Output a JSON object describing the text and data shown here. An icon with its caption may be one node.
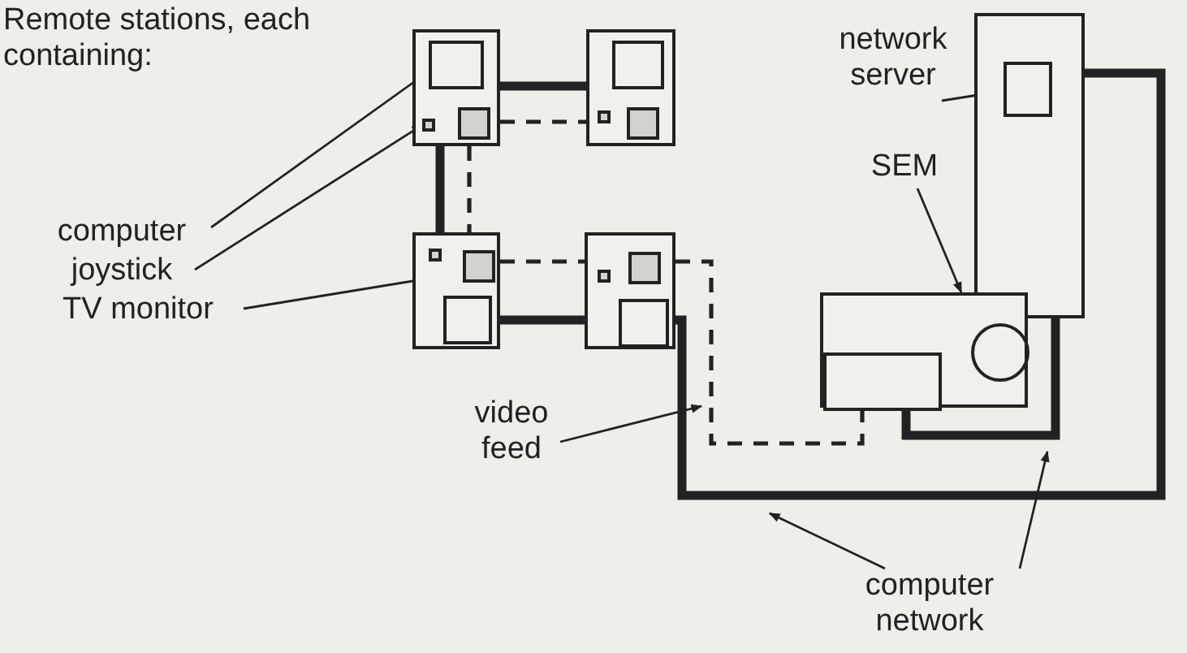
{
  "diagram": {
    "nodes": [
      {
        "text": [
          "computer"
        ]
      },
      {
        "text": [
          "joystick"
        ]
      },
      {
        "text": [
          "TV monitor"
        ]
      },
      {
        "text": [],
        "shape": "box"
      },
      {
        "text": [],
        "shape": "box",
        "in": 3
      },
      {
        "text": [],
        "shape": "box",
        "in": 3
      },
      {
        "text": [],
        "shape": "box",
        "in": 3
      },
      {
        "text": [],
        "shape": "box"
      },
      {
        "text": [],
        "shape": "box",
        "in": 7
      },
      {
        "text": [],
        "shape": "box",
        "in": 7
      },
      {
        "text": [],
        "shape": "box",
        "in": 7
      },
      {
        "text": [],
        "shape": "box"
      },
      {
        "text": [],
        "shape": "box",
        "in": 11
      },
      {
        "text": [],
        "shape": "box",
        "in": 11
      },
      {
        "text": [],
        "shape": "box",
        "in": 11
      },
      {
        "text": [],
        "shape": "box"
      },
      {
        "text": [],
        "shape": "box",
        "in": 15
      },
      {
        "text": [],
        "shape": "box",
        "in": 15
      },
      {
        "text": [],
        "shape": "box",
        "in": 15
      },
      {
        "text": [
          "network server"
        ]
      },
      {
        "text": [],
        "shape": "box"
      },
      {
        "text": [],
        "shape": "box",
        "in": 20
      },
      {
        "text": [
          "SEM"
        ]
      },
      {
        "text": [],
        "shape": "box"
      },
      {
        "text": [],
        "shape": "circle",
        "in": 23
      },
      {
        "text": [],
        "shape": "box",
        "in": 23
      },
      {
        "text": [
          "video feed"
        ]
      },
      {
        "text": [
          "computer network"
        ]
      }
    ],
    "edges": [
      {
        "from": 0,
        "to": 4,
        "arrow": "to"
      },
      {
        "from": 1,
        "to": 6,
        "arrow": "to"
      },
      {
        "from": 2,
        "to": 13,
        "arrow": "to"
      },
      {
        "from": 3,
        "to": 7,
        "arrow": "none",
        "style": "thick"
      },
      {
        "from": 3,
        "to": 7,
        "arrow": "none",
        "style": "dashed"
      },
      {
        "from": 3,
        "to": 11,
        "arrow": "none",
        "style": "thick"
      },
      {
        "from": 3,
        "to": 11,
        "arrow": "none",
        "style": "dashed"
      },
      {
        "from": 11,
        "to": 15,
        "arrow": "none",
        "style": "dashed"
      },
      {
        "from": 11,
        "to": 15,
        "arrow": "none",
        "style": "thick"
      },
      {
        "from": 15,
        "to": 23,
        "arrow": "none",
        "style": "dashed"
      },
      {
        "from": 15,
        "to": 20,
        "arrow": "none",
        "style": "thick"
      },
      {
        "from": 23,
        "to": 20,
        "arrow": "none",
        "style": "thick"
      },
      {
        "from": 19,
        "to": 21,
        "arrow": "to"
      },
      {
        "from": 22,
        "to": 23,
        "arrow": "to"
      },
      {
        "from": 26,
        "to": null,
        "arrow": "to"
      },
      {
        "from": 27,
        "to": null,
        "arrow": "to"
      },
      {
        "from": 27,
        "to": null,
        "arrow": "to"
      }
    ],
    "labels": [
      "Remote stations, each containing:"
    ]
  }
}
